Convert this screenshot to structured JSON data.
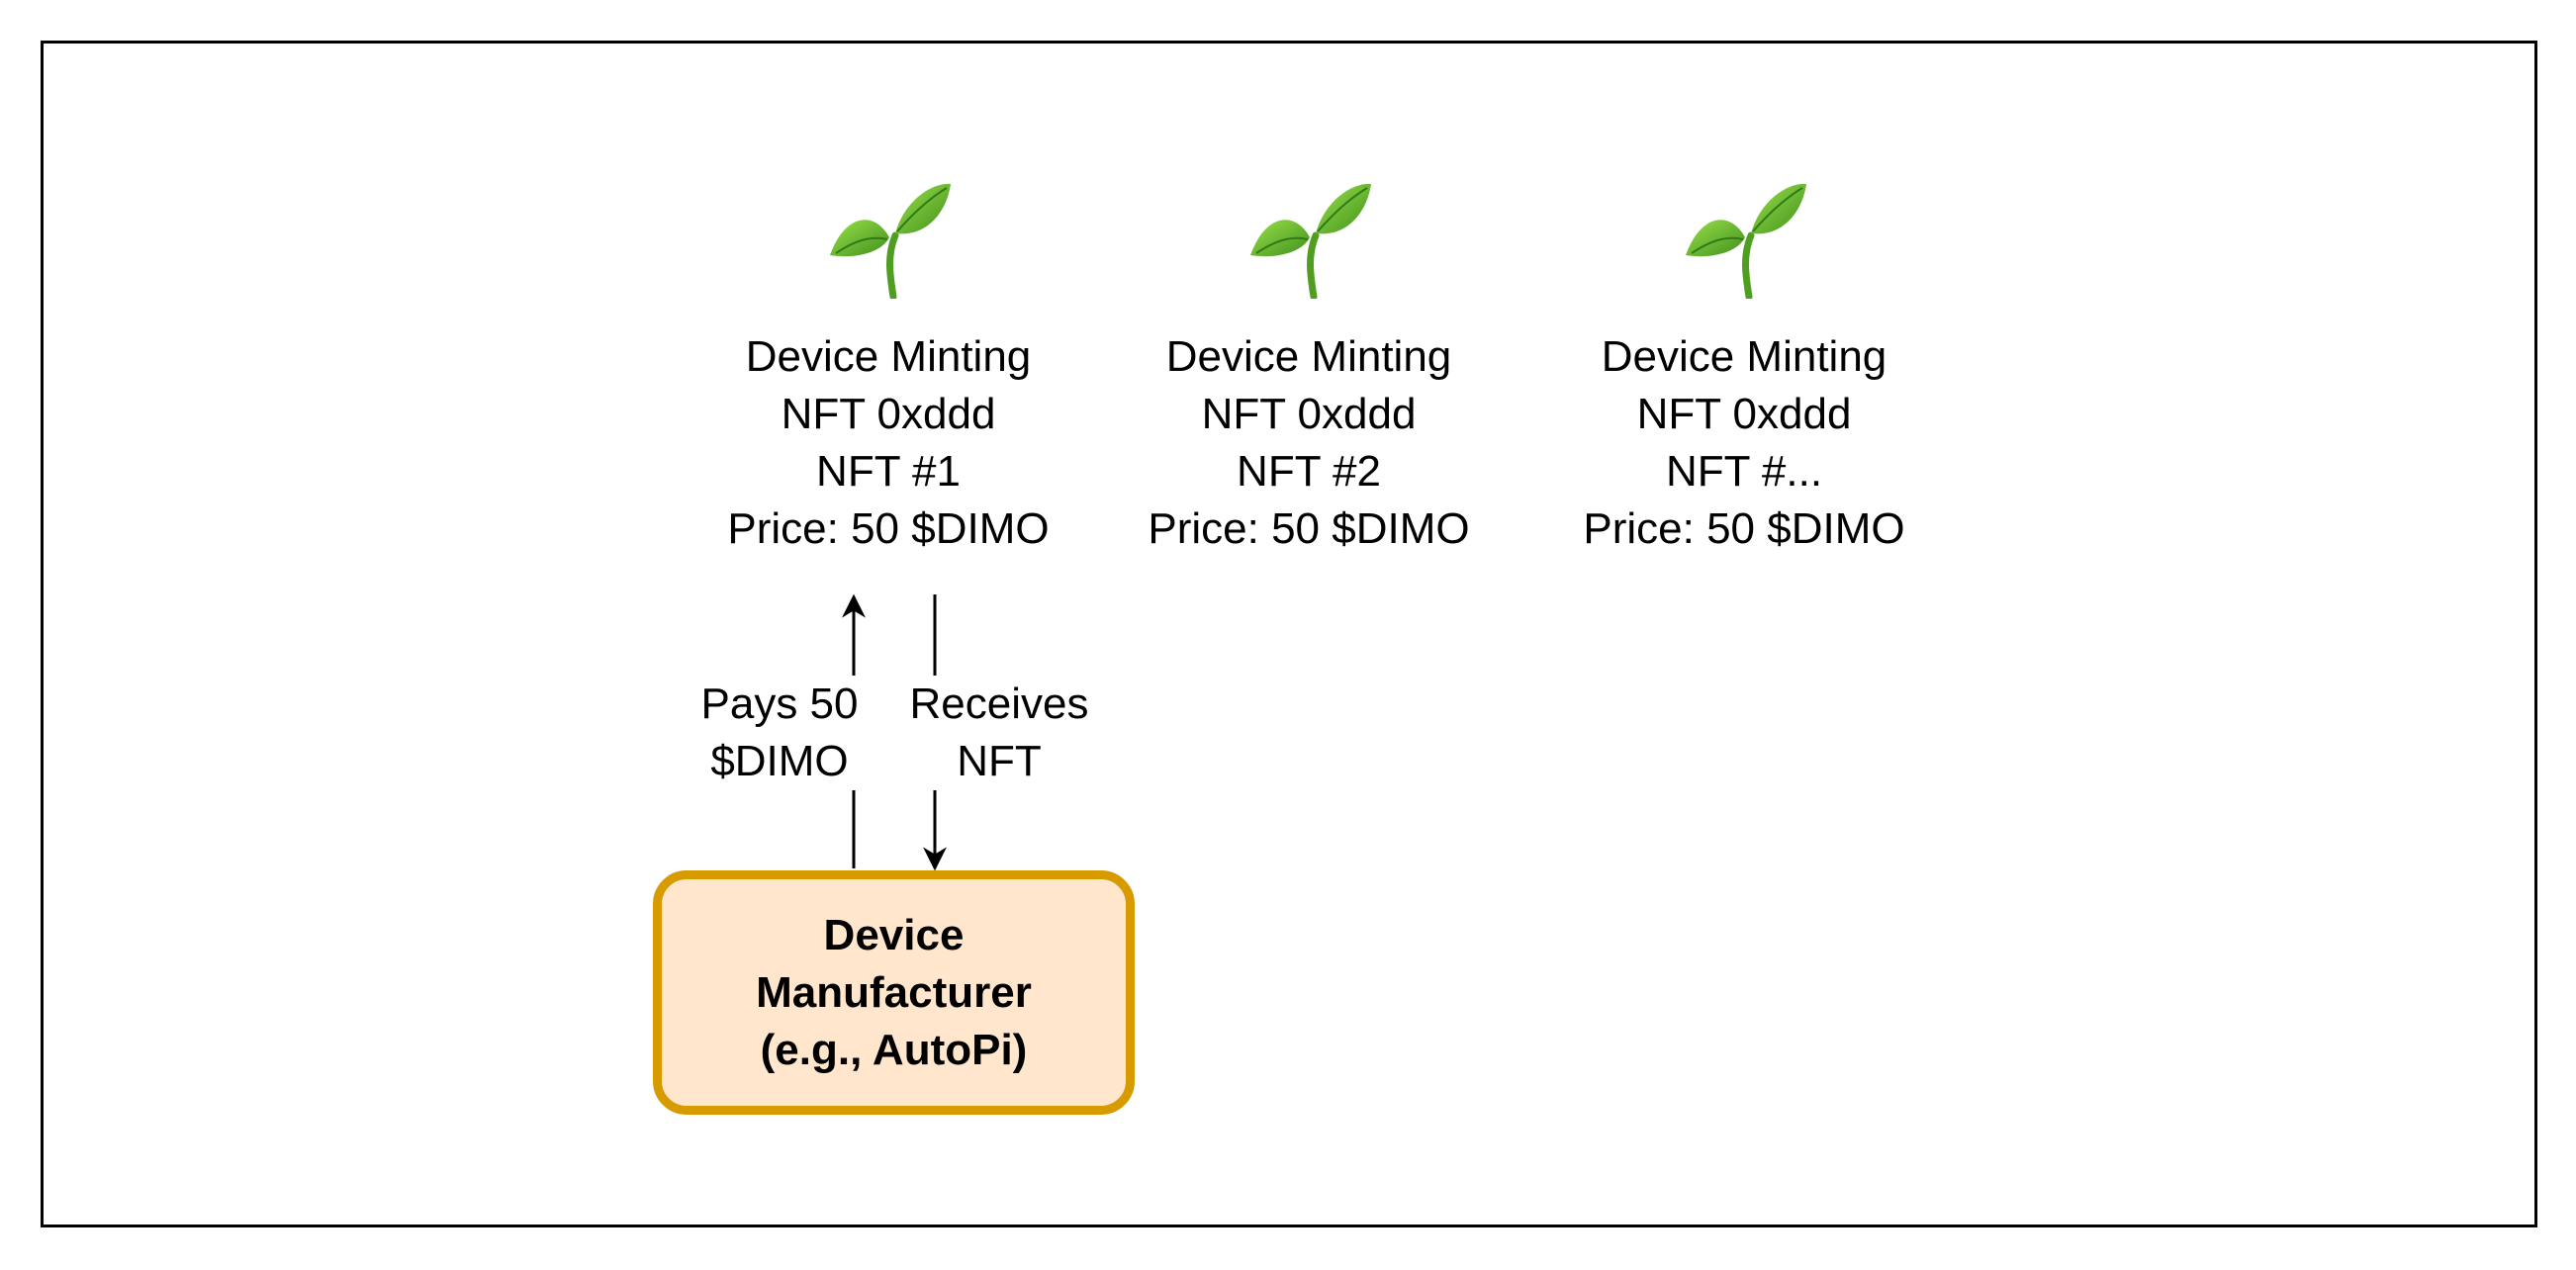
{
  "nfts": [
    {
      "icon": "sprout-icon",
      "line1": "Device Minting",
      "line2": "NFT 0xddd",
      "line3": "NFT #1",
      "line4": "Price: 50 $DIMO"
    },
    {
      "icon": "sprout-icon",
      "line1": "Device Minting",
      "line2": "NFT 0xddd",
      "line3": "NFT #2",
      "line4": "Price: 50 $DIMO"
    },
    {
      "icon": "sprout-icon",
      "line1": "Device Minting",
      "line2": "NFT 0xddd",
      "line3": "NFT #...",
      "line4": "Price: 50 $DIMO"
    }
  ],
  "edges": {
    "pays_line1": "Pays 50",
    "pays_line2": "$DIMO",
    "receives_line1": "Receives",
    "receives_line2": "NFT"
  },
  "manufacturer": {
    "line1": "Device",
    "line2": "Manufacturer",
    "line3": "(e.g., AutoPi)",
    "fill_color": "#ffe6cc",
    "border_color": "#d79b00"
  },
  "colors": {
    "sprout_light": "#7ed321",
    "sprout_dark": "#3f8f1c",
    "line": "#000000"
  }
}
